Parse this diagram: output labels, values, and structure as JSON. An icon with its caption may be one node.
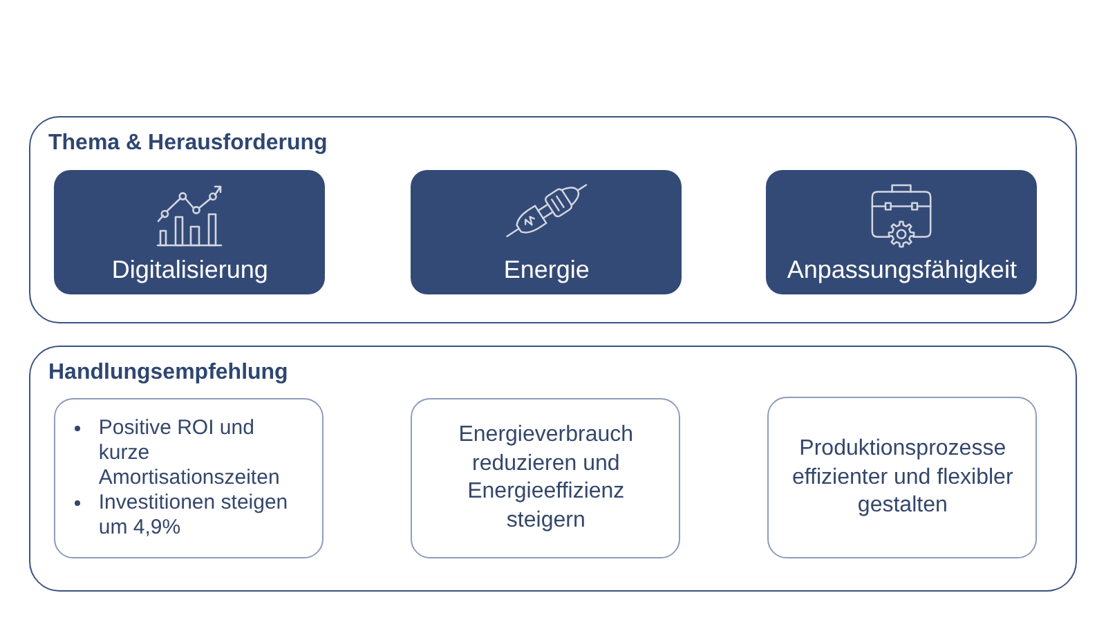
{
  "diagram": {
    "nodes": [
      {
        "text": [
          "Thema & Herausforderung"
        ]
      },
      {
        "text": [
          "Digitalisierung"
        ],
        "in": 0
      },
      {
        "text": [
          "Energie"
        ],
        "in": 0
      },
      {
        "text": [
          "Anpassungsfähigkeit"
        ],
        "in": 0
      },
      {
        "text": [
          "Handlungsempfehlung"
        ]
      },
      {
        "text": [
          "Positive ROI und kurze Amortisationszeiten",
          "Investitionen steigen um 4,9%"
        ],
        "in": 4
      },
      {
        "text": [
          "Energieverbrauch reduzieren und Energieeffizienz steigern"
        ],
        "in": 4
      },
      {
        "text": [
          "Produktionsprozesse effizienter und flexibler gestalten"
        ],
        "in": 4
      }
    ]
  }
}
